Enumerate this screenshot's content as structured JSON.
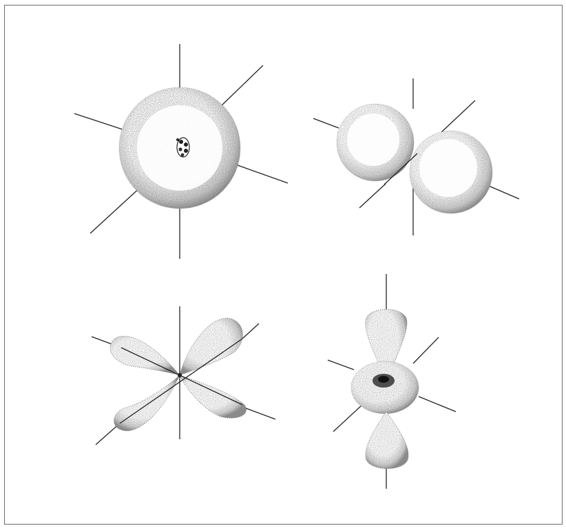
{
  "figure": {
    "panels": [
      {
        "id": "s-orbital",
        "shape": "sphere"
      },
      {
        "id": "p-orbital",
        "shape": "two-lobes"
      },
      {
        "id": "d-orbital",
        "shape": "four-lobes"
      },
      {
        "id": "dz2-orbital",
        "shape": "two-lobes-with-torus"
      }
    ],
    "style": {
      "ink": "#222222",
      "stipple": "#555555",
      "background": "#ffffff",
      "frame": "#6a6a6a"
    }
  }
}
